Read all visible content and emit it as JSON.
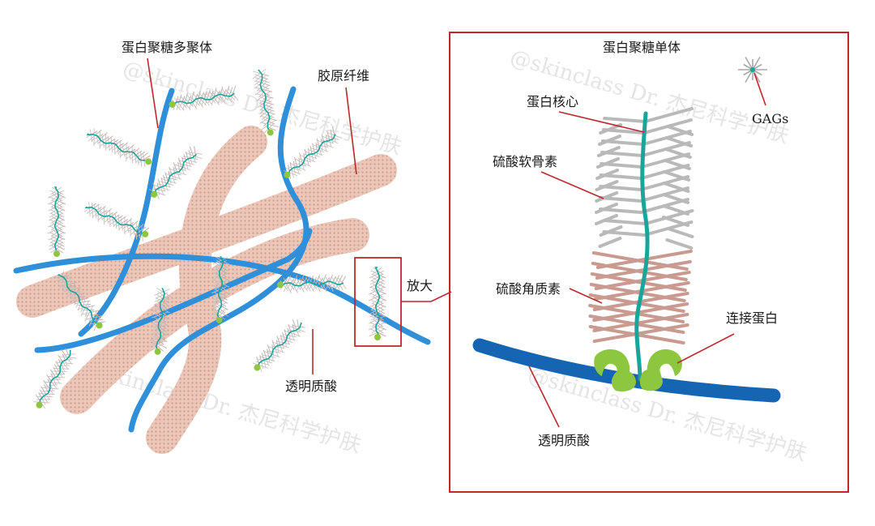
{
  "labels": {
    "aggregate": "蛋白聚糖多聚体",
    "collagen": "胶原纤维",
    "ha_left": "透明质酸",
    "magnify": "放大",
    "monomer": "蛋白聚糖单体",
    "gags": "GAGs",
    "core_protein": "蛋白核心",
    "chondroitin": "硫酸软骨素",
    "keratan": "硫酸角质素",
    "link_protein": "连接蛋白",
    "ha_right": "透明质酸"
  },
  "watermark": "@skinclass Dr. 杰尼科学护肤",
  "colors": {
    "hyaluronic_acid": "#2f8fd8",
    "hyaluronic_acid_dark": "#1565b3",
    "core_protein": "#1aa59a",
    "collagen": "#e2b4a4",
    "chondroitin": "#b9b9b9",
    "keratan": "#c99a90",
    "link_protein": "#8dc63f",
    "frame": "#c0272d"
  }
}
